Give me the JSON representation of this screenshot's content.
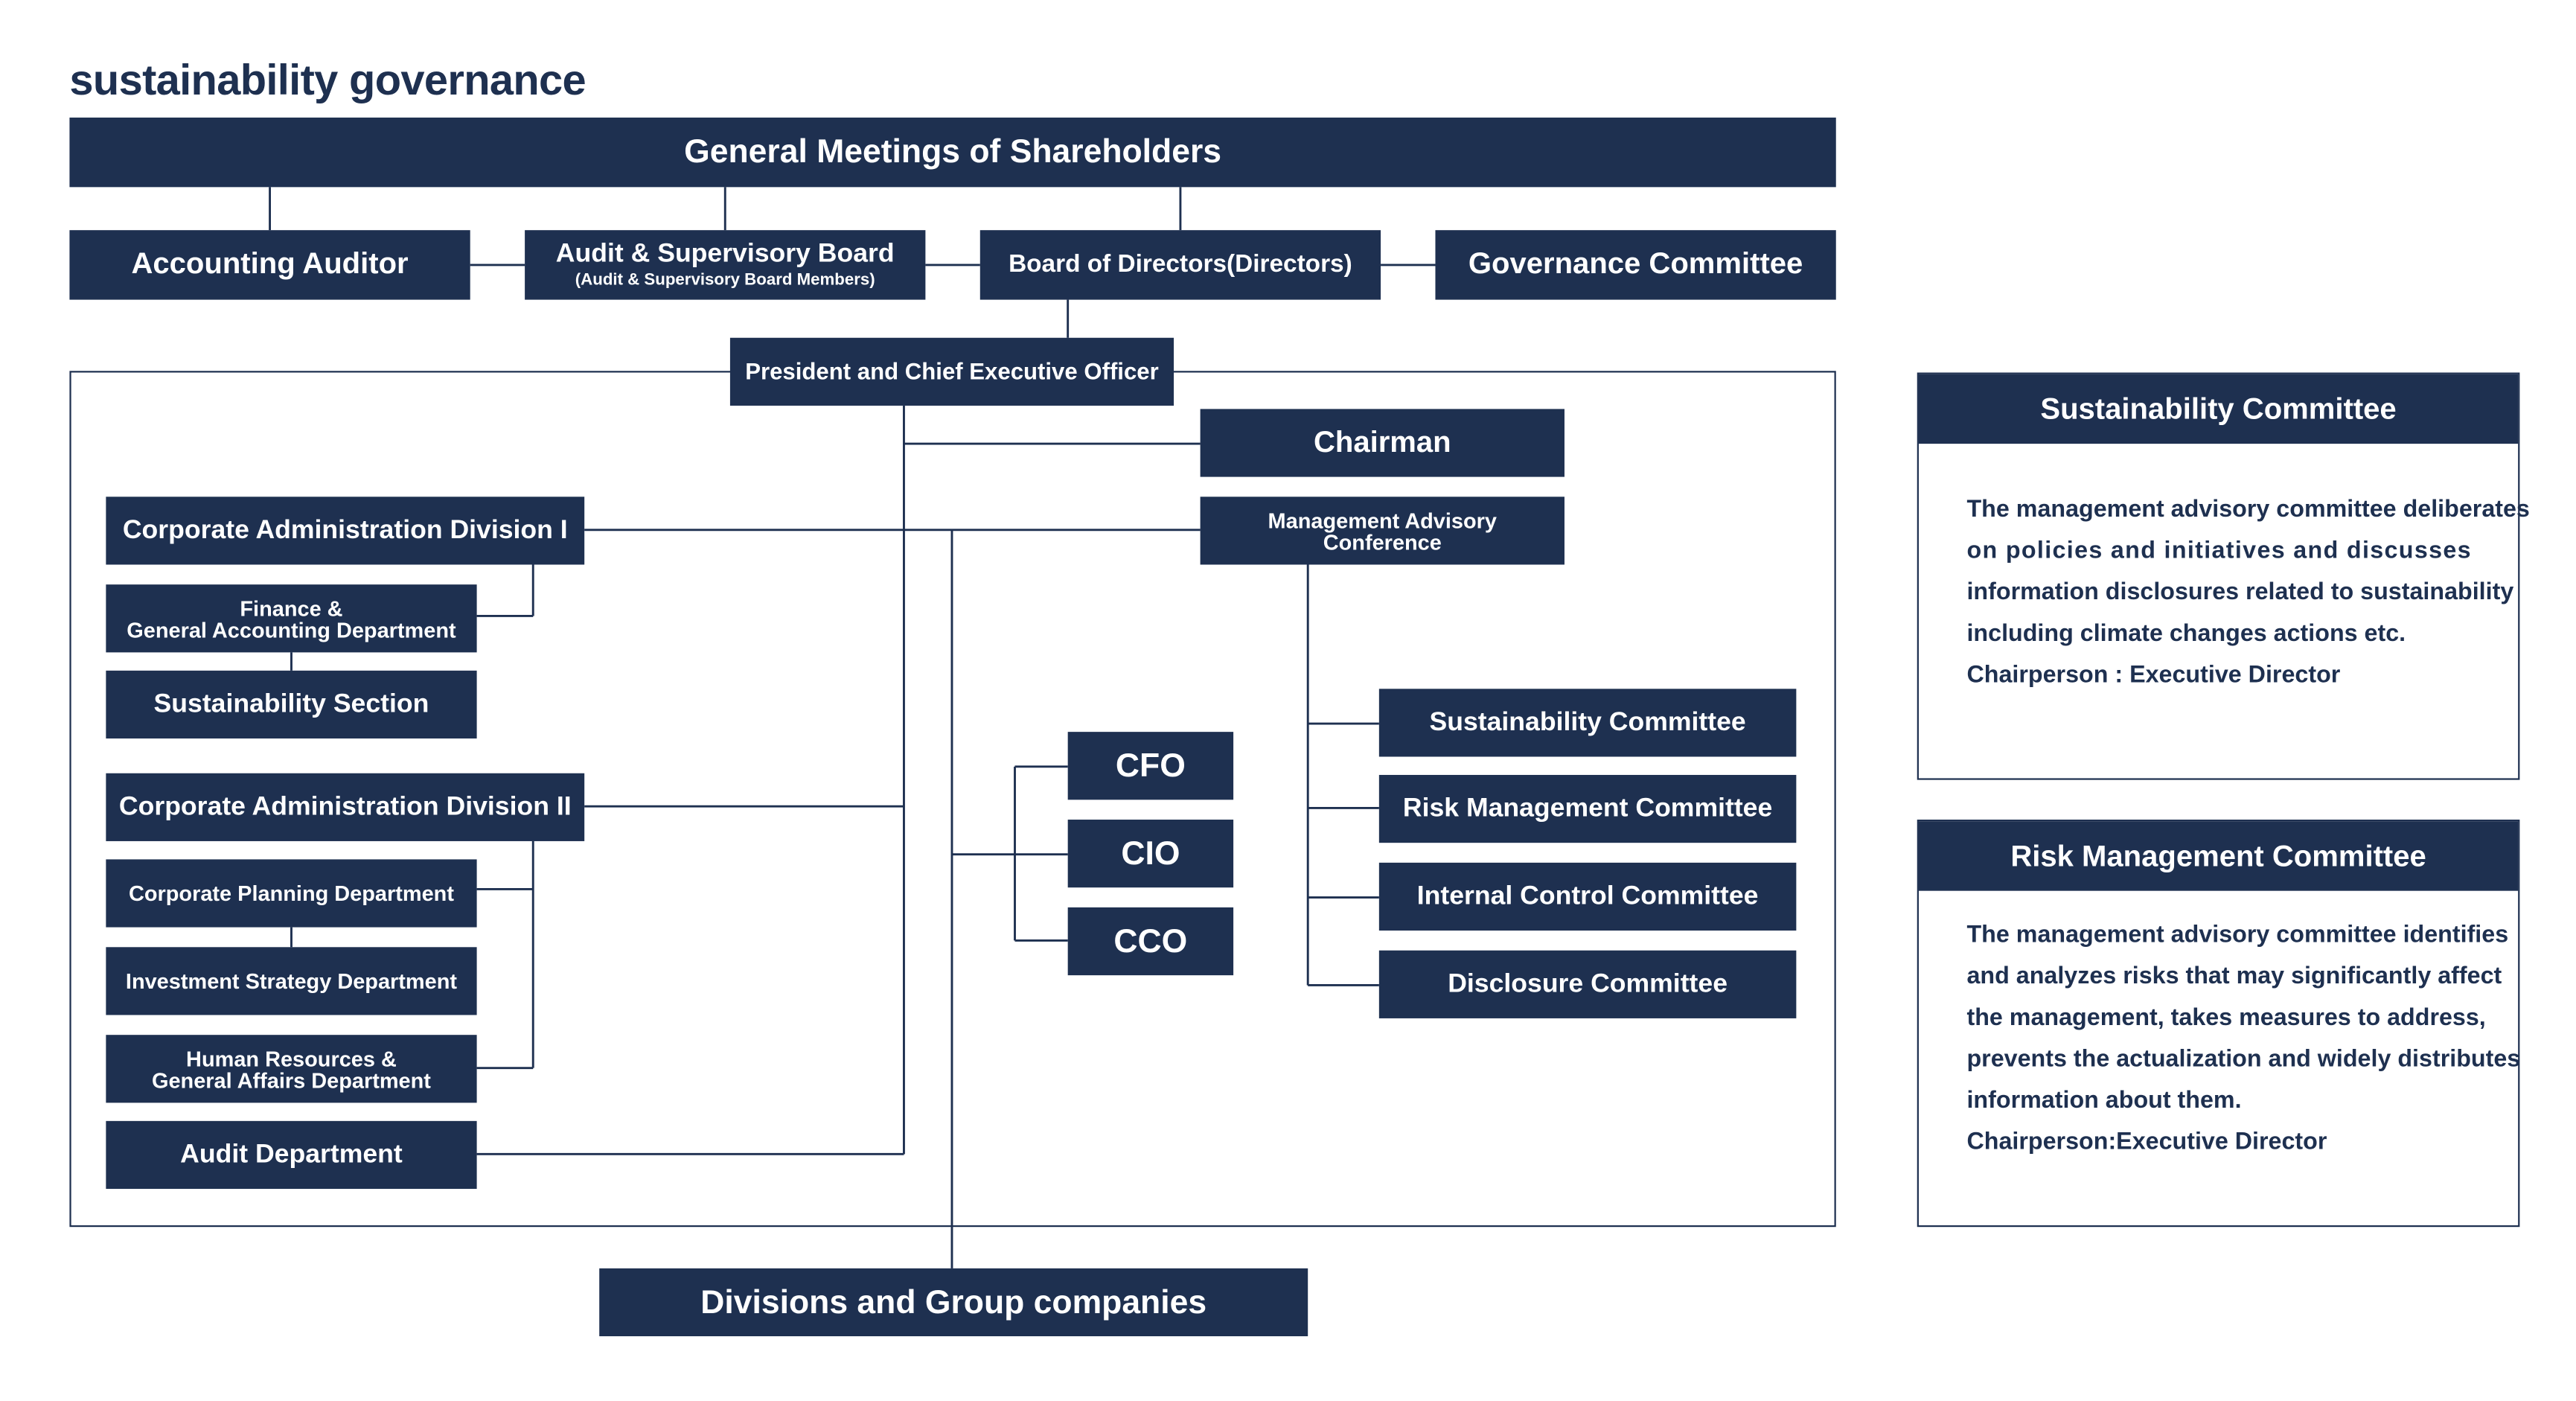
{
  "title": "sustainability governance",
  "colors": {
    "primary": "#1e3050",
    "text_on_primary": "#ffffff",
    "background": "#ffffff"
  },
  "org_chart": {
    "shareholders": "General Meetings of Shareholders",
    "accounting_auditor": "Accounting Auditor",
    "audit_board": {
      "title": "Audit & Supervisory Board",
      "subtitle": "(Audit & Supervisory Board Members)"
    },
    "board_of_directors": "Board of Directors(Directors)",
    "governance_committee": "Governance Committee",
    "president": "President and Chief Executive Officer",
    "chairman": "Chairman",
    "management_advisory_conference": "Management Advisory Conference",
    "corp_admin_1": "Corporate Administration Division I",
    "finance_dept": {
      "line1": "Finance &",
      "line2": "General Accounting Department"
    },
    "sustainability_section": "Sustainability Section",
    "corp_admin_2": "Corporate Administration Division II",
    "corp_planning": "Corporate Planning Department",
    "investment_strategy": "Investment Strategy Department",
    "hr_dept": {
      "line1": "Human Resources &",
      "line2": "General Affairs Department"
    },
    "audit_department": "Audit Department",
    "officers": [
      "CFO",
      "CIO",
      "CCO"
    ],
    "committees": [
      "Sustainability Committee",
      "Risk Management Committee",
      "Internal Control Committee",
      "Disclosure Committee"
    ],
    "divisions_group": "Divisions and Group companies"
  },
  "panels": [
    {
      "title": "Sustainability Committee",
      "lines": [
        "The management advisory committee deliberates",
        "on policies and initiatives and discusses",
        "information disclosures related to sustainability",
        "including climate changes actions etc.",
        "Chairperson : Executive Director"
      ]
    },
    {
      "title": "Risk Management Committee",
      "lines": [
        "The management advisory committee identifies",
        "and analyzes risks that may significantly affect",
        "the management, takes measures to address,",
        "prevents the actualization and widely distributes",
        "information about them.",
        "Chairperson:Executive Director"
      ]
    }
  ]
}
